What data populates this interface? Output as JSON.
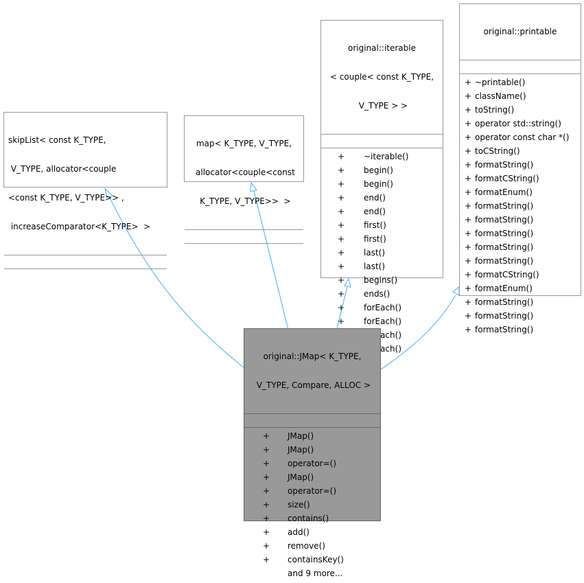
{
  "classes": {
    "skiplist": {
      "title_lines": [
        "skipList< const K_TYPE,",
        " V_TYPE, allocator<couple",
        "<const K_TYPE, V_TYPE>> ,",
        " increaseComparator<K_TYPE>  >"
      ]
    },
    "map": {
      "title_lines": [
        "map< K_TYPE, V_TYPE,",
        " allocator<couple<const",
        " K_TYPE, V_TYPE>>  >"
      ]
    },
    "iterable": {
      "title_lines": [
        "original::iterable",
        "< couple< const K_TYPE,",
        " V_TYPE > >"
      ],
      "members": [
        {
          "vis": "+",
          "name": "~iterable()"
        },
        {
          "vis": "+",
          "name": "begin()"
        },
        {
          "vis": "+",
          "name": "begin()"
        },
        {
          "vis": "+",
          "name": "end()"
        },
        {
          "vis": "+",
          "name": "end()"
        },
        {
          "vis": "+",
          "name": "first()"
        },
        {
          "vis": "+",
          "name": "first()"
        },
        {
          "vis": "+",
          "name": "last()"
        },
        {
          "vis": "+",
          "name": "last()"
        },
        {
          "vis": "+",
          "name": "begins()"
        },
        {
          "vis": "+",
          "name": "ends()"
        },
        {
          "vis": "+",
          "name": "forEach()"
        },
        {
          "vis": "+",
          "name": "forEach()"
        },
        {
          "vis": "+",
          "name": "forEach()"
        },
        {
          "vis": "+",
          "name": "forEach()"
        }
      ]
    },
    "printable": {
      "title_lines": [
        "original::printable"
      ],
      "members": [
        {
          "vis": "+",
          "name": "~printable()"
        },
        {
          "vis": "+",
          "name": "className()"
        },
        {
          "vis": "+",
          "name": "toString()"
        },
        {
          "vis": "+",
          "name": "operator std::string()"
        },
        {
          "vis": "+",
          "name": "operator const char *()"
        },
        {
          "vis": "+",
          "name": "toCString()"
        },
        {
          "vis": "+",
          "name": "formatString()"
        },
        {
          "vis": "+",
          "name": "formatCString()"
        },
        {
          "vis": "+",
          "name": "formatEnum()"
        },
        {
          "vis": "+",
          "name": "formatString()"
        },
        {
          "vis": "+",
          "name": "formatString()"
        },
        {
          "vis": "+",
          "name": "formatString()"
        },
        {
          "vis": "+",
          "name": "formatString()"
        },
        {
          "vis": "+",
          "name": "formatString()"
        },
        {
          "vis": "+",
          "name": "formatCString()"
        },
        {
          "vis": "+",
          "name": "formatEnum()"
        },
        {
          "vis": "+",
          "name": "formatString()"
        },
        {
          "vis": "+",
          "name": "formatString()"
        },
        {
          "vis": "+",
          "name": "formatString()"
        }
      ]
    },
    "jmap": {
      "title_lines": [
        "original::JMap< K_TYPE,",
        " V_TYPE, Compare, ALLOC >"
      ],
      "members": [
        {
          "vis": "+",
          "name": "JMap()"
        },
        {
          "vis": "+",
          "name": "JMap()"
        },
        {
          "vis": "+",
          "name": "operator=()"
        },
        {
          "vis": "+",
          "name": "JMap()"
        },
        {
          "vis": "+",
          "name": "operator=()"
        },
        {
          "vis": "+",
          "name": "size()"
        },
        {
          "vis": "+",
          "name": "contains()"
        },
        {
          "vis": "+",
          "name": "add()"
        },
        {
          "vis": "+",
          "name": "remove()"
        },
        {
          "vis": "+",
          "name": "containsKey()"
        },
        {
          "vis": "",
          "name": "and 9 more..."
        }
      ]
    }
  },
  "colors": {
    "edge": "#63b8ff",
    "box_border": "#999999",
    "main_fill": "#999999"
  }
}
